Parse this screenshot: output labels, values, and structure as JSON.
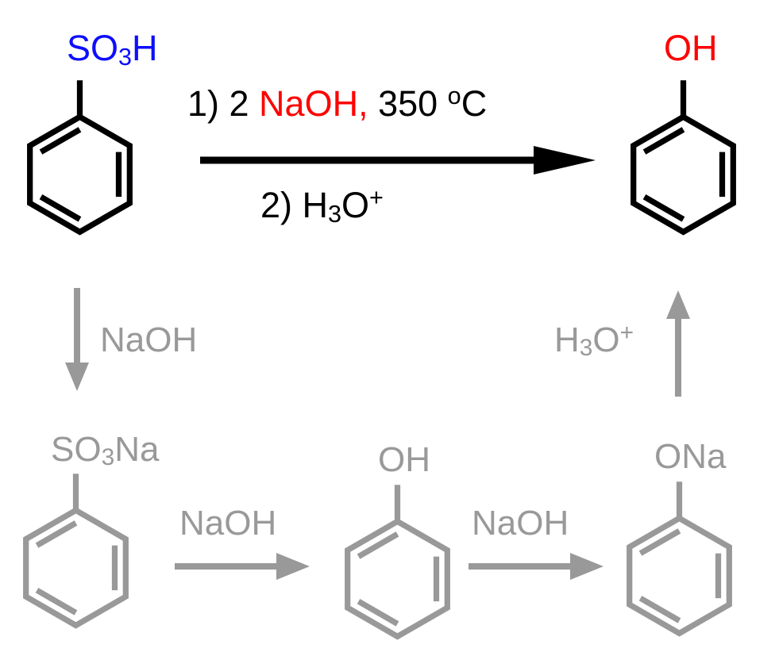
{
  "colors": {
    "black": "#000000",
    "blue": "#0e0eff",
    "red": "#ff0000",
    "gray": "#999999"
  },
  "top": {
    "reactant_label": {
      "pre": "SO",
      "sub": "3",
      "post": "H"
    },
    "product_label": "OH",
    "cond1": {
      "a": "1) 2 ",
      "reagent": "NaOH,",
      "c": " 350 ",
      "deg": "o",
      "e": "C"
    },
    "cond2": {
      "a": "2) H",
      "sub": "3",
      "c": "O",
      "sup": "+"
    }
  },
  "mechanism": {
    "down_arrow_label": "NaOH",
    "sulfonate_label": {
      "pre": "SO",
      "sub": "3",
      "post": "Na"
    },
    "arrow1_label": "NaOH",
    "phenol_label": "OH",
    "arrow2_label": "NaOH",
    "phenoxide_label": "ONa",
    "up_arrow_label": {
      "a": "H",
      "sub": "3",
      "c": "O",
      "sup": "+"
    }
  }
}
